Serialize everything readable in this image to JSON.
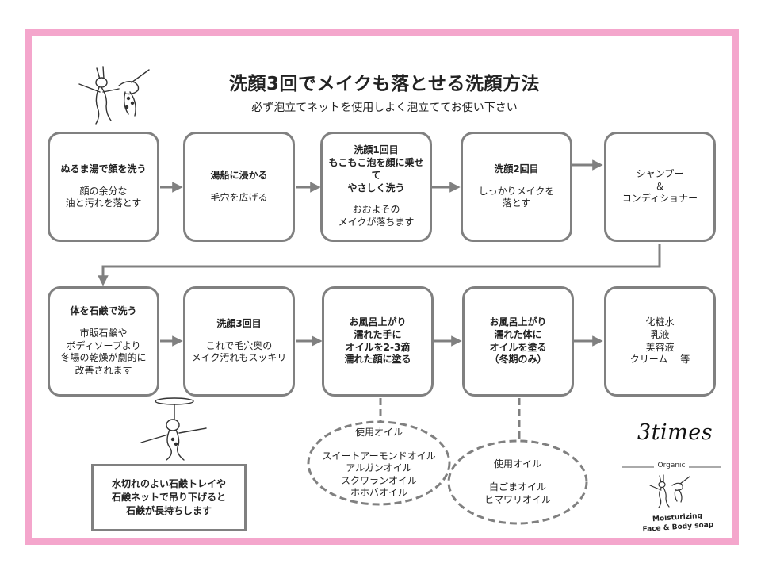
{
  "header": {
    "title": "洗顔3回でメイクも落とせる洗顔方法",
    "subtitle": "必ず泡立てネットを使用しよく泡立ててお使い下さい"
  },
  "steps_row1": [
    {
      "heading": "ぬるま湯で顔を洗う",
      "body": "顔の余分な\n油と汚れを落とす"
    },
    {
      "heading": "湯船に浸かる",
      "body": "毛穴を広げる"
    },
    {
      "heading": "洗顔1回目\nもこもこ泡を顔に乗せて\nやさしく洗う",
      "body": "おおよその\nメイクが落ちます"
    },
    {
      "heading": "洗顔2回目",
      "body": "しっかりメイクを\n落とす"
    },
    {
      "heading": "",
      "body": "シャンプー\n＆\nコンディショナー"
    }
  ],
  "steps_row2": [
    {
      "heading": "体を石鹸で洗う",
      "body": "市販石鹸や\nボディソープより\n冬場の乾燥が劇的に\n改善されます"
    },
    {
      "heading": "洗顔3回目",
      "body": "これで毛穴奥の\nメイク汚れもスッキリ"
    },
    {
      "heading": "お風呂上がり\n濡れた手に\nオイルを2-3滴\n濡れた顔に塗る",
      "body": ""
    },
    {
      "heading": "お風呂上がり\n濡れた体に\nオイルを塗る\n（冬期のみ）",
      "body": ""
    },
    {
      "heading": "",
      "body": "化粧水\n乳液\n美容液\nクリーム　 等"
    }
  ],
  "oil_face": {
    "title": "使用オイル",
    "list": "スイートアーモンドオイル\nアルガンオイル\nスクワランオイル\nホホバオイル"
  },
  "oil_body": {
    "title": "使用オイル",
    "list": "白ごまオイル\nヒマワリオイル"
  },
  "note": "水切れのよい石鹸トレイや\n石鹸ネットで吊り下げると\n石鹸が長持ちします",
  "brand": {
    "name": "3times",
    "organic": "Organic",
    "tagline": "Moisturizing\nFace & Body soap"
  },
  "colors": {
    "frame": "#f4a6cc",
    "box_border": "#808080",
    "arrow": "#808080"
  }
}
